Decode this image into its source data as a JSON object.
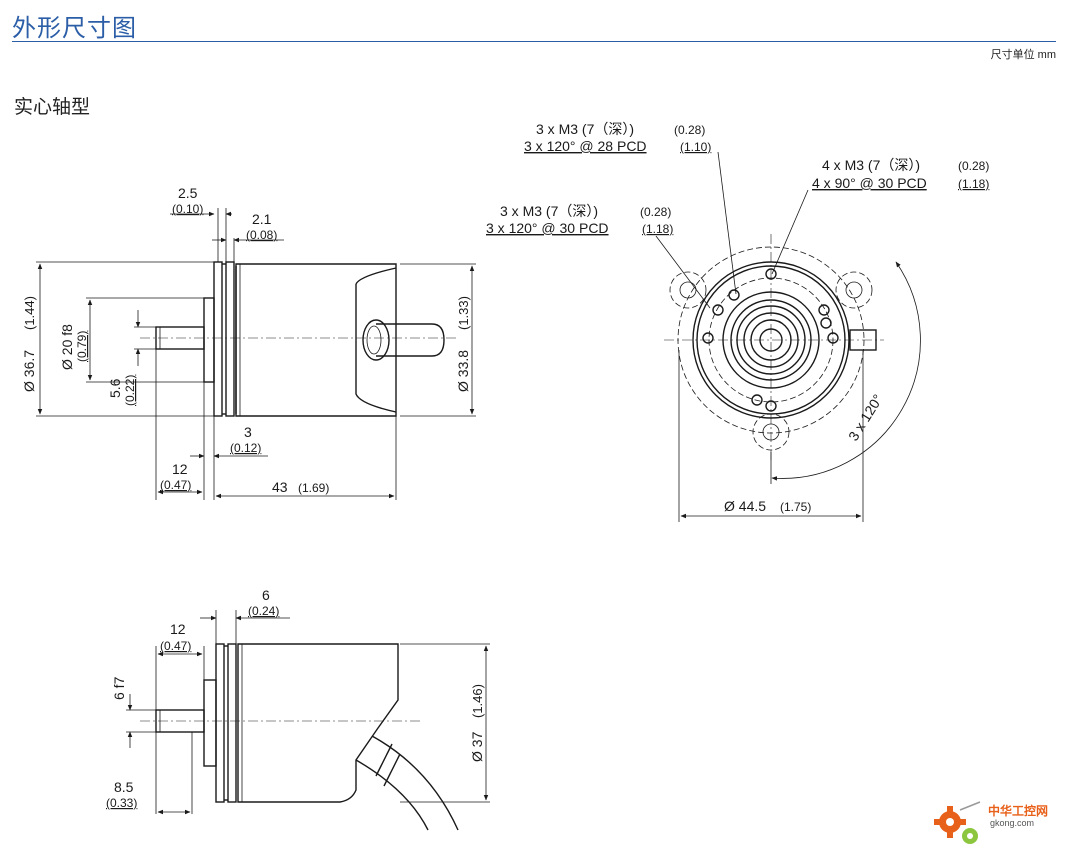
{
  "header": {
    "title": "外形尺寸图",
    "unit_note": "尺寸单位 mm"
  },
  "section": {
    "title": "实心轴型"
  },
  "side_view_1": {
    "dim_flange_thick": "2.5",
    "dim_flange_thick_in": "(0.10)",
    "dim_gap": "2.1",
    "dim_gap_in": "(0.08)",
    "dim_body_dia": "Ø 36.7",
    "dim_body_dia_in": "(1.44)",
    "dim_pilot_dia": "Ø 20 f8",
    "dim_pilot_dia_in": "(0.79)",
    "dim_flat": "5.6",
    "dim_flat_in": "(0.22)",
    "dim_rear_dia": "Ø 33.8",
    "dim_rear_dia_in": "(1.33)",
    "dim_pilot_len": "3",
    "dim_pilot_len_in": "(0.12)",
    "dim_shaft_len": "12",
    "dim_shaft_len_in": "(0.47)",
    "dim_body_len": "43",
    "dim_body_len_in": "(1.69)"
  },
  "front_view": {
    "callout_a": "3 x M3 (7（深）)",
    "callout_a_in": "(0.28)",
    "callout_a2": "3 x 120° @ 28 PCD",
    "callout_a2_in": "(1.10)",
    "callout_b": "3 x M3 (7（深）)",
    "callout_b_in": "(0.28)",
    "callout_b2": "3 x 120° @ 30 PCD",
    "callout_b2_in": "(1.18)",
    "callout_c": "4 x M3 (7（深）)",
    "callout_c_in": "(0.28)",
    "callout_c2": "4 x 90° @ 30 PCD",
    "callout_c2_in": "(1.18)",
    "dim_outer": "Ø 44.5",
    "dim_outer_in": "(1.75)",
    "dim_angle": "3 x 120°"
  },
  "side_view_2": {
    "dim_gap": "6",
    "dim_gap_in": "(0.24)",
    "dim_shaft_len": "12",
    "dim_shaft_len_in": "(0.47)",
    "dim_shaft_dia": "6 f7",
    "dim_body_dia": "Ø 37",
    "dim_body_dia_in": "(1.46)",
    "dim_shaft_tip": "8.5",
    "dim_shaft_tip_in": "(0.33)"
  },
  "logo": {
    "name_cn": "中华工控网",
    "domain": "gkong.com",
    "colors": {
      "orange": "#e8611a",
      "green": "#8cc63f"
    }
  },
  "colors": {
    "title": "#2b5ea7",
    "line": "#1a1a1a"
  }
}
